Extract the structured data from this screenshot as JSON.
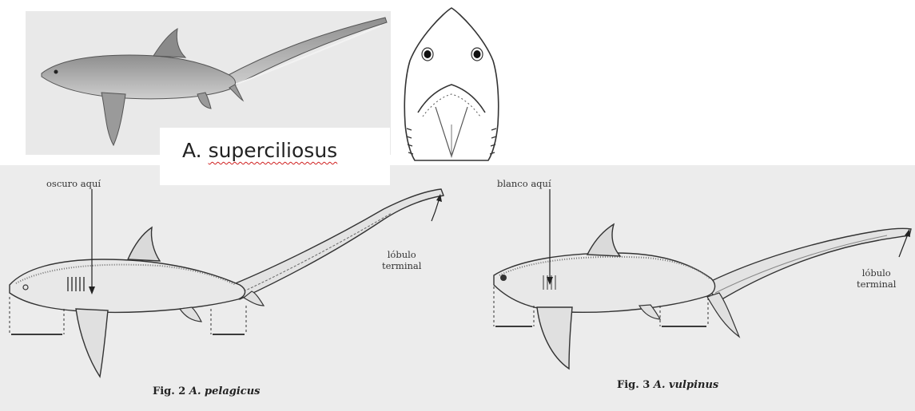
{
  "species_label": {
    "genus": "A.",
    "epithet": "superciliosus"
  },
  "fig2": {
    "callout_dark": "oscuro aquí",
    "callout_lobe_line1": "lóbulo",
    "callout_lobe_line2": "terminal",
    "caption_prefix": "Fig. 2",
    "caption_species": "A. pelagicus"
  },
  "fig3": {
    "callout_white": "blanco aquí",
    "callout_lobe_line1": "lóbulo",
    "callout_lobe_line2": "terminal",
    "caption_prefix": "Fig. 3",
    "caption_species": "A. vulpinus"
  },
  "colors": {
    "ink": "#333333",
    "shark_fill": "#bdbdbd",
    "panel_bg": "#ececec",
    "spellcheck": "#d02020"
  }
}
